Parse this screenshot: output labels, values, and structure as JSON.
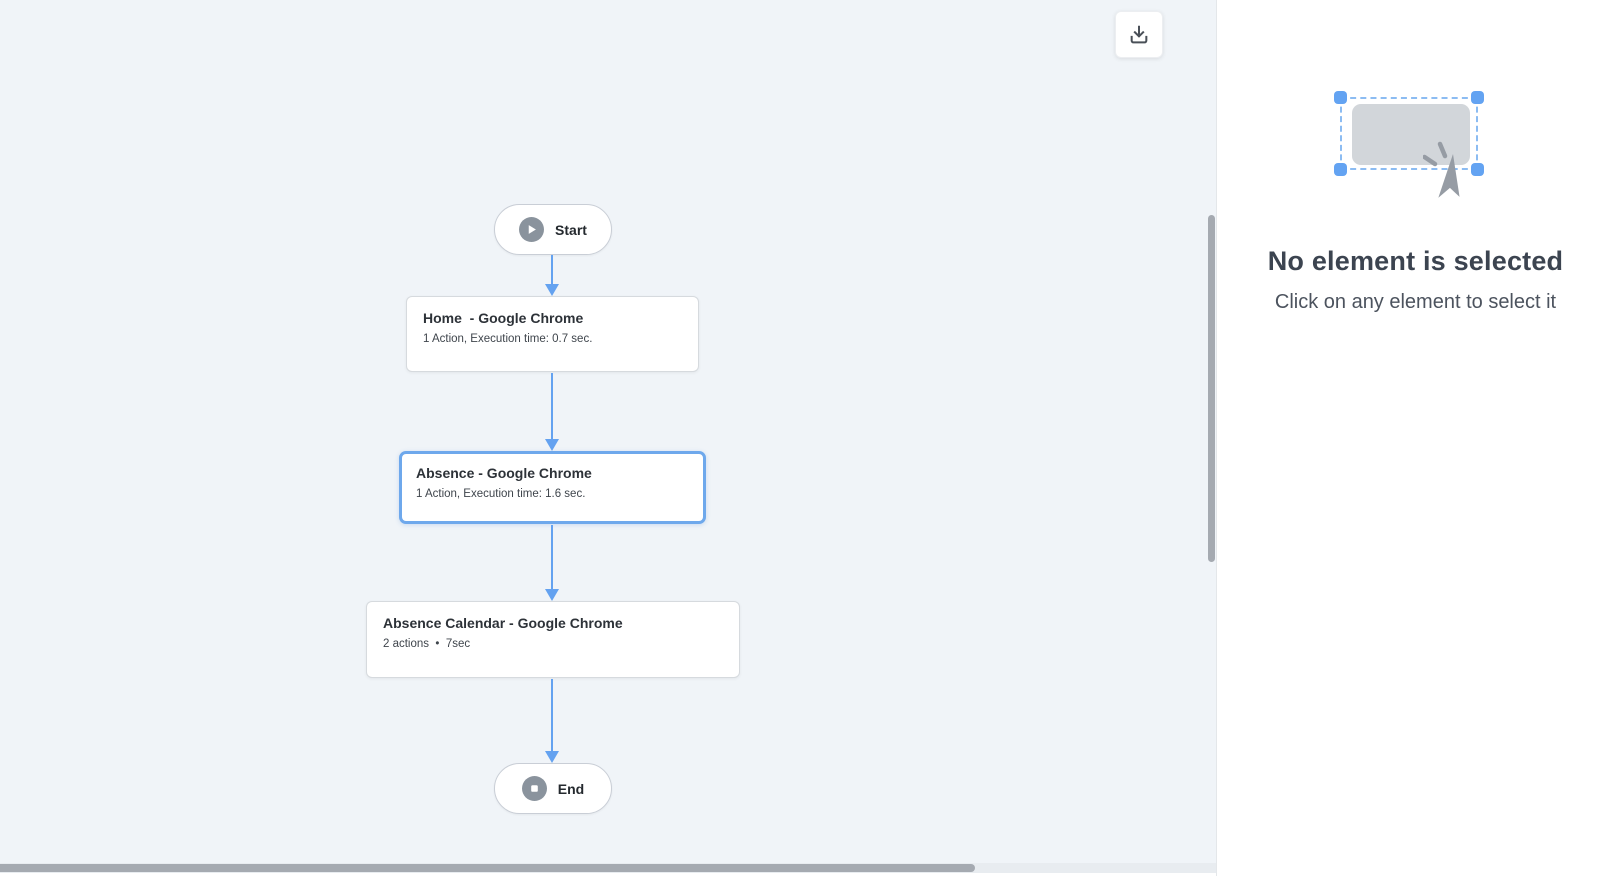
{
  "toolbar": {
    "download_button": {
      "icon": "download"
    }
  },
  "flow": {
    "start": {
      "label": "Start",
      "icon": "play"
    },
    "steps": [
      {
        "title": "Home  - Google Chrome",
        "subtitle": "1 Action, Execution time: 0.7 sec.",
        "selected": false
      },
      {
        "title": "Absence - Google Chrome",
        "subtitle": "1 Action, Execution time: 1.6 sec.",
        "selected": true
      },
      {
        "title": "Absence Calendar - Google Chrome",
        "subtitle": "2 actions  •  7sec",
        "selected": false
      }
    ],
    "end": {
      "label": "End",
      "icon": "stop"
    }
  },
  "inspector": {
    "heading": "No element is selected",
    "subheading": "Click on any element to select it",
    "illustration_icons": [
      "selection-box",
      "cursor-click"
    ]
  },
  "colors": {
    "canvas_bg": "#f0f4f8",
    "arrow": "#64a2f0",
    "selected_border": "#6ea8ec",
    "node_border": "#d6dade",
    "pill_icon_bg": "#8a939d",
    "selection_handle": "#63a3f2",
    "selection_dash": "#8cbcf2",
    "scrollbar": "#a5aab1"
  }
}
